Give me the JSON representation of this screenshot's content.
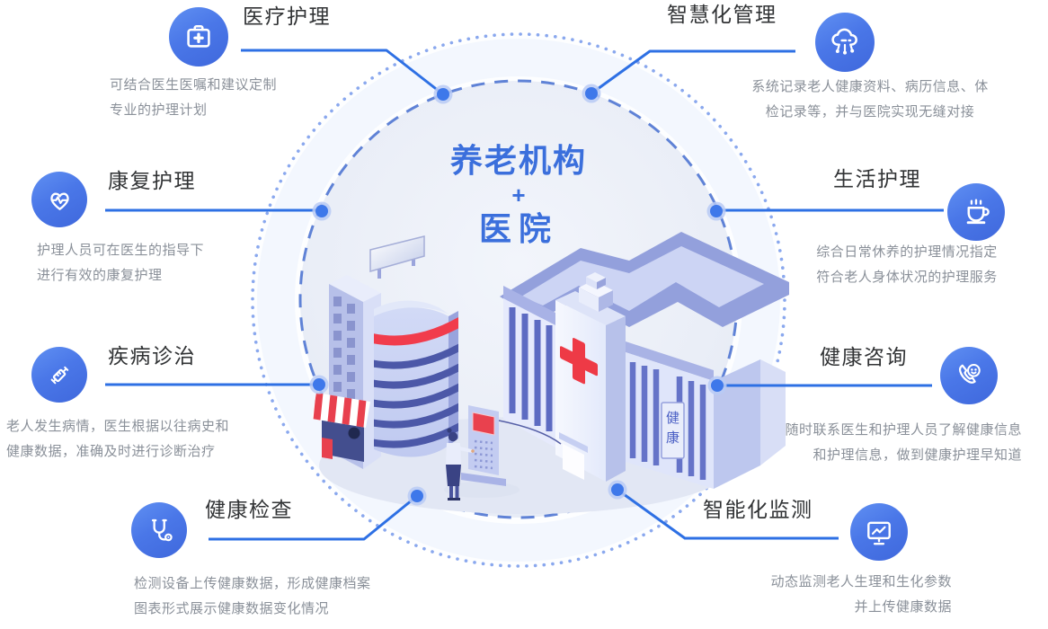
{
  "center": {
    "line1": "养老机构",
    "plus": "+",
    "line2": "医院"
  },
  "features": [
    {
      "id": "medical-care",
      "title": "医疗护理",
      "icon": "medkit-icon",
      "desc_lines": [
        "可结合医生医嘱和建议定制",
        "专业的护理计划"
      ]
    },
    {
      "id": "smart-management",
      "title": "智慧化管理",
      "icon": "cloud-network-icon",
      "desc_lines": [
        "系统记录老人健康资料、病历信息、体",
        "检记录等，并与医院实现无缝对接"
      ]
    },
    {
      "id": "rehab-care",
      "title": "康复护理",
      "icon": "heart-pulse-icon",
      "desc_lines": [
        "护理人员可在医生的指导下",
        "进行有效的康复护理"
      ]
    },
    {
      "id": "life-care",
      "title": "生活护理",
      "icon": "teacup-icon",
      "desc_lines": [
        "综合日常休养的护理情况指定",
        "符合老人身体状况的护理服务"
      ]
    },
    {
      "id": "disease-treatment",
      "title": "疾病诊治",
      "icon": "syringe-icon",
      "desc_lines": [
        "老人发生病情，医生根据以往病史和",
        "健康数据，准确及时进行诊断治疗"
      ]
    },
    {
      "id": "health-consult",
      "title": "健康咨询",
      "icon": "phone-smile-icon",
      "desc_lines": [
        "随时联系医生和护理人员了解健康信息",
        "和护理信息，做到健康护理早知道"
      ]
    },
    {
      "id": "health-check",
      "title": "健康检查",
      "icon": "stethoscope-icon",
      "desc_lines": [
        "检测设备上传健康数据，形成健康档案",
        "图表形式展示健康数据变化情况"
      ]
    },
    {
      "id": "smart-monitoring",
      "title": "智能化监测",
      "icon": "monitor-chart-icon",
      "desc_lines": [
        "动态监测老人生理和生化参数",
        "并上传健康数据"
      ]
    }
  ],
  "illustration": {
    "hospital_sign_chars": [
      "健",
      "康"
    ]
  },
  "colors": {
    "accent_line": "#2e70e4",
    "dot_core": "#3e78ea",
    "dot_halo": "#b9caf4",
    "icon_gradient_start": "#6090f2",
    "icon_gradient_end": "#3f68dc",
    "title_text": "#313335",
    "desc_text": "#8a9099",
    "center_text": "#3b6fdc",
    "dashed_circle": "#5f82d6",
    "dotted_circle": "#8aa8ee",
    "cross_red": "#ee3a46"
  }
}
